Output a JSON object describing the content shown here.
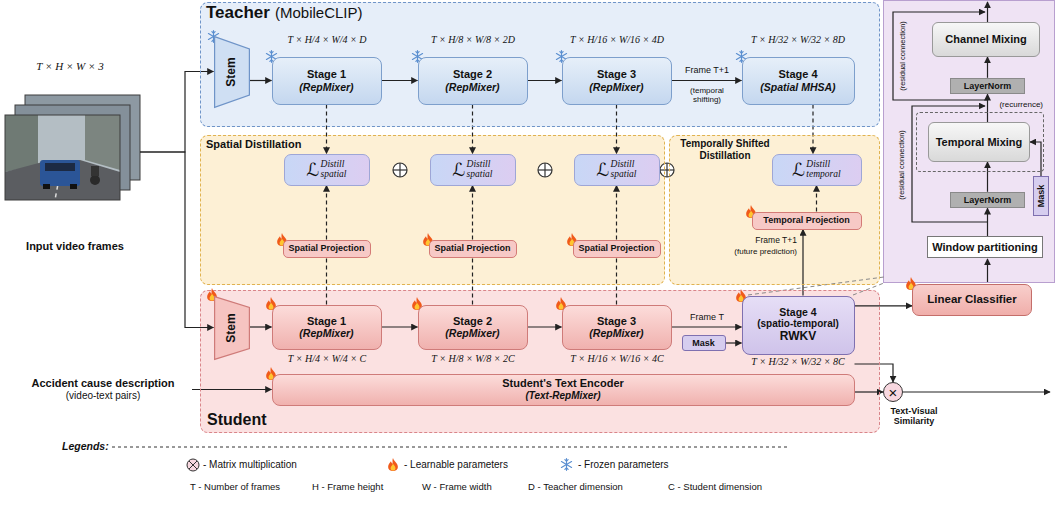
{
  "diagram": {
    "nodes": [
      {
        "text": [
          "Teacher",
          "(MobileCLIP)"
        ]
      },
      {
        "text": [
          "Stem"
        ],
        "in": 0
      },
      {
        "text": [
          "Stage 1",
          "(RepMixer)"
        ],
        "in": 0
      },
      {
        "text": [
          "Stage 2",
          "(RepMixer)"
        ],
        "in": 0
      },
      {
        "text": [
          "Stage 3",
          "(RepMixer)"
        ],
        "in": 0
      },
      {
        "text": [
          "Stage 4",
          "(Spatial MHSA)"
        ],
        "in": 0
      },
      {
        "text": [
          "Spatial Distillation"
        ]
      },
      {
        "text": [
          "ℒ",
          "Distill",
          "spatial"
        ],
        "in": 6
      },
      {
        "text": [
          "Spatial Projection"
        ],
        "in": 6
      },
      {
        "text": [
          "ℒ",
          "Distill",
          "spatial"
        ],
        "in": 6
      },
      {
        "text": [
          "Spatial Projection"
        ],
        "in": 6
      },
      {
        "text": [
          "ℒ",
          "Distill",
          "spatial"
        ],
        "in": 6
      },
      {
        "text": [
          "Spatial Projection"
        ],
        "in": 6
      },
      {
        "text": [
          "Temporally Shifted Distillation"
        ]
      },
      {
        "text": [
          "ℒ",
          "Distill",
          "temporal"
        ],
        "in": 13
      },
      {
        "text": [
          "Temporal Projection"
        ],
        "in": 13
      },
      {
        "text": [
          "Student"
        ]
      },
      {
        "text": [
          "Stem"
        ],
        "in": 16
      },
      {
        "text": [
          "Stage 1",
          "(RepMixer)"
        ],
        "in": 16
      },
      {
        "text": [
          "Stage 2",
          "(RepMixer)"
        ],
        "in": 16
      },
      {
        "text": [
          "Stage 3",
          "(RepMixer)"
        ],
        "in": 16
      },
      {
        "text": [
          "Stage 4",
          "(spatio-temporal)",
          "RWKV"
        ],
        "in": 16
      },
      {
        "text": [
          "Mask"
        ],
        "in": 16
      },
      {
        "text": [
          "Student's Text Encoder",
          "(Text-RepMixer)"
        ],
        "in": 16
      },
      {
        "text": [
          "Linear Classifier"
        ]
      },
      {
        "text": [
          "Channel Mixing"
        ]
      },
      {
        "text": [
          "LayerNorm"
        ]
      },
      {
        "text": [
          "(recurrence)"
        ]
      },
      {
        "text": [
          "Temporal Mixing"
        ],
        "in": 27
      },
      {
        "text": [
          "LayerNorm"
        ]
      },
      {
        "text": [
          "Window partitioning"
        ]
      },
      {
        "text": [
          "Mask"
        ]
      },
      {
        "text": [
          "×"
        ]
      },
      {
        "text": [
          "Input video frames"
        ]
      },
      {
        "text": [
          "Accident cause description",
          "(video-text pairs)"
        ]
      }
    ],
    "edges": [
      {
        "from": 33,
        "to": 1,
        "arrow": "to"
      },
      {
        "from": 33,
        "to": 17,
        "arrow": "to"
      },
      {
        "from": 1,
        "to": 2,
        "arrow": "to"
      },
      {
        "from": 2,
        "to": 3,
        "arrow": "to"
      },
      {
        "from": 3,
        "to": 4,
        "arrow": "to"
      },
      {
        "from": 4,
        "to": 5,
        "arrow": "to"
      },
      {
        "from": 17,
        "to": 18,
        "arrow": "to"
      },
      {
        "from": 18,
        "to": 19,
        "arrow": "to"
      },
      {
        "from": 19,
        "to": 20,
        "arrow": "to"
      },
      {
        "from": 20,
        "to": 21,
        "arrow": "to"
      },
      {
        "from": 2,
        "to": 7,
        "arrow": "to"
      },
      {
        "from": 8,
        "to": 7,
        "arrow": "to"
      },
      {
        "from": 18,
        "to": 8,
        "arrow": "none"
      },
      {
        "from": 3,
        "to": 9,
        "arrow": "to"
      },
      {
        "from": 10,
        "to": 9,
        "arrow": "to"
      },
      {
        "from": 19,
        "to": 10,
        "arrow": "none"
      },
      {
        "from": 4,
        "to": 11,
        "arrow": "to"
      },
      {
        "from": 12,
        "to": 11,
        "arrow": "to"
      },
      {
        "from": 20,
        "to": 12,
        "arrow": "none"
      },
      {
        "from": 5,
        "to": 14,
        "arrow": "to"
      },
      {
        "from": 15,
        "to": 14,
        "arrow": "to"
      },
      {
        "from": 21,
        "to": 15,
        "arrow": "to"
      },
      {
        "from": 22,
        "to": 21,
        "arrow": "to"
      },
      {
        "from": 21,
        "to": 24,
        "arrow": "to"
      },
      {
        "from": 21,
        "to": 32,
        "arrow": "to"
      },
      {
        "from": 34,
        "to": 23,
        "arrow": "to"
      },
      {
        "from": 23,
        "to": 32,
        "arrow": "to"
      },
      {
        "from": 30,
        "to": 29,
        "arrow": "to"
      },
      {
        "from": 29,
        "to": 28,
        "arrow": "to"
      },
      {
        "from": 28,
        "to": 26,
        "arrow": "to"
      },
      {
        "from": 26,
        "to": 25,
        "arrow": "to"
      },
      {
        "from": 31,
        "to": 28,
        "arrow": "to"
      }
    ],
    "labels": [
      "T × H × W × 3",
      "T × H/4 × W/4 × D",
      "T × H/8 × W/8 × 2D",
      "T × H/16 × W/16 × 4D",
      "T × H/32 × W/32 × 8D",
      "Frame T+1",
      "(temporal shifting)",
      "Frame T+1",
      "(future prediction)",
      "Frame T",
      "T × H/4 × W/4 × C",
      "T × H/8 × W/8 × 2C",
      "T × H/16 × W/16 × 4C",
      "T × H/32 × W/32 × 8C",
      "(residual connection)",
      "(residual connection)",
      "Text-Visual Similarity",
      "Legends:",
      "T - Number of frames",
      "H - Frame height",
      "W - Frame width",
      "D - Teacher dimension",
      "C - Student dimension"
    ],
    "legend": [
      {
        "text": "- Matrix multiplication"
      },
      {
        "text": "- Learnable parameters"
      },
      {
        "text": "- Frozen parameters"
      }
    ]
  }
}
